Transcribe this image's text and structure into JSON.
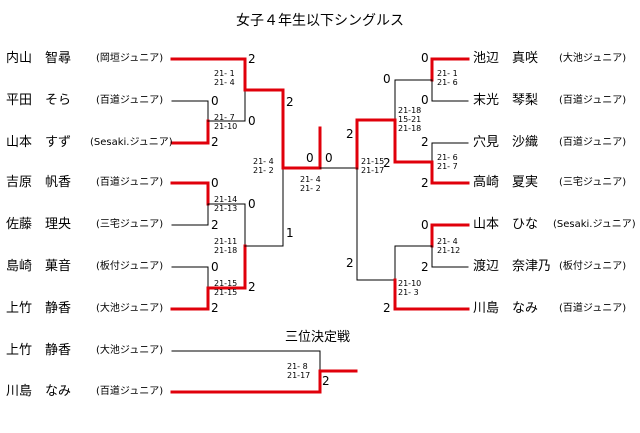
{
  "title": "女子４年生以下シングルス",
  "players": [
    {
      "name": "内山　智尋",
      "club": "(岡垣ジュニア)"
    },
    {
      "name": "平田　そら",
      "club": "(百道ジュニア)"
    },
    {
      "name": "山本　すず",
      "club": "(Sesaki.ジュニア)"
    },
    {
      "name": "吉原　帆香",
      "club": "(百道ジュニア)"
    },
    {
      "name": "佐藤　理央",
      "club": "(三宅ジュニア)"
    },
    {
      "name": "島崎　菓音",
      "club": "(板付ジュニア)"
    },
    {
      "name": "上竹　静香",
      "club": "(大池ジュニア)"
    },
    {
      "name": "池辺　真咲",
      "club": "(大池ジュニア)"
    },
    {
      "name": "末光　琴梨",
      "club": "(百道ジュニア)"
    },
    {
      "name": "穴見　沙織",
      "club": "(百道ジュニア)"
    },
    {
      "name": "高崎　夏実",
      "club": "(三宅ジュニア)"
    },
    {
      "name": "山本　ひな",
      "club": "(Sesaki.ジュニア)"
    },
    {
      "name": "渡辺　奈津乃",
      "club": "(板付ジュニア)"
    },
    {
      "name": "川島　なみ",
      "club": "(百道ジュニア)"
    }
  ],
  "third_place": {
    "label": "三位決定戦",
    "players": [
      {
        "name": "上竹　静香",
        "club": "(大池ジュニア)"
      },
      {
        "name": "川島　なみ",
        "club": "(百道ジュニア)"
      }
    ]
  },
  "scores": [
    "2",
    "0",
    "0",
    "2",
    "2",
    "0",
    "0",
    "2",
    "2",
    "0",
    "2",
    "1",
    "0",
    "0",
    "2",
    "2",
    "0",
    "2",
    "0",
    "0",
    "2",
    "2",
    "0",
    "2"
  ],
  "games": [
    "21- 1\n21- 4",
    "21- 7\n21-10",
    "21- 4\n21- 2",
    "21-14\n21-13",
    "21-11\n21-18",
    "21-15\n21-15",
    "21- 4\n21- 2",
    "21-15\n21-17",
    "21- 1\n21- 6",
    "21-18\n15-21\n21-18",
    "21- 6\n21- 7",
    "21- 4\n21-12",
    "21-10\n21- 3",
    "21- 8\n21-17"
  ]
}
